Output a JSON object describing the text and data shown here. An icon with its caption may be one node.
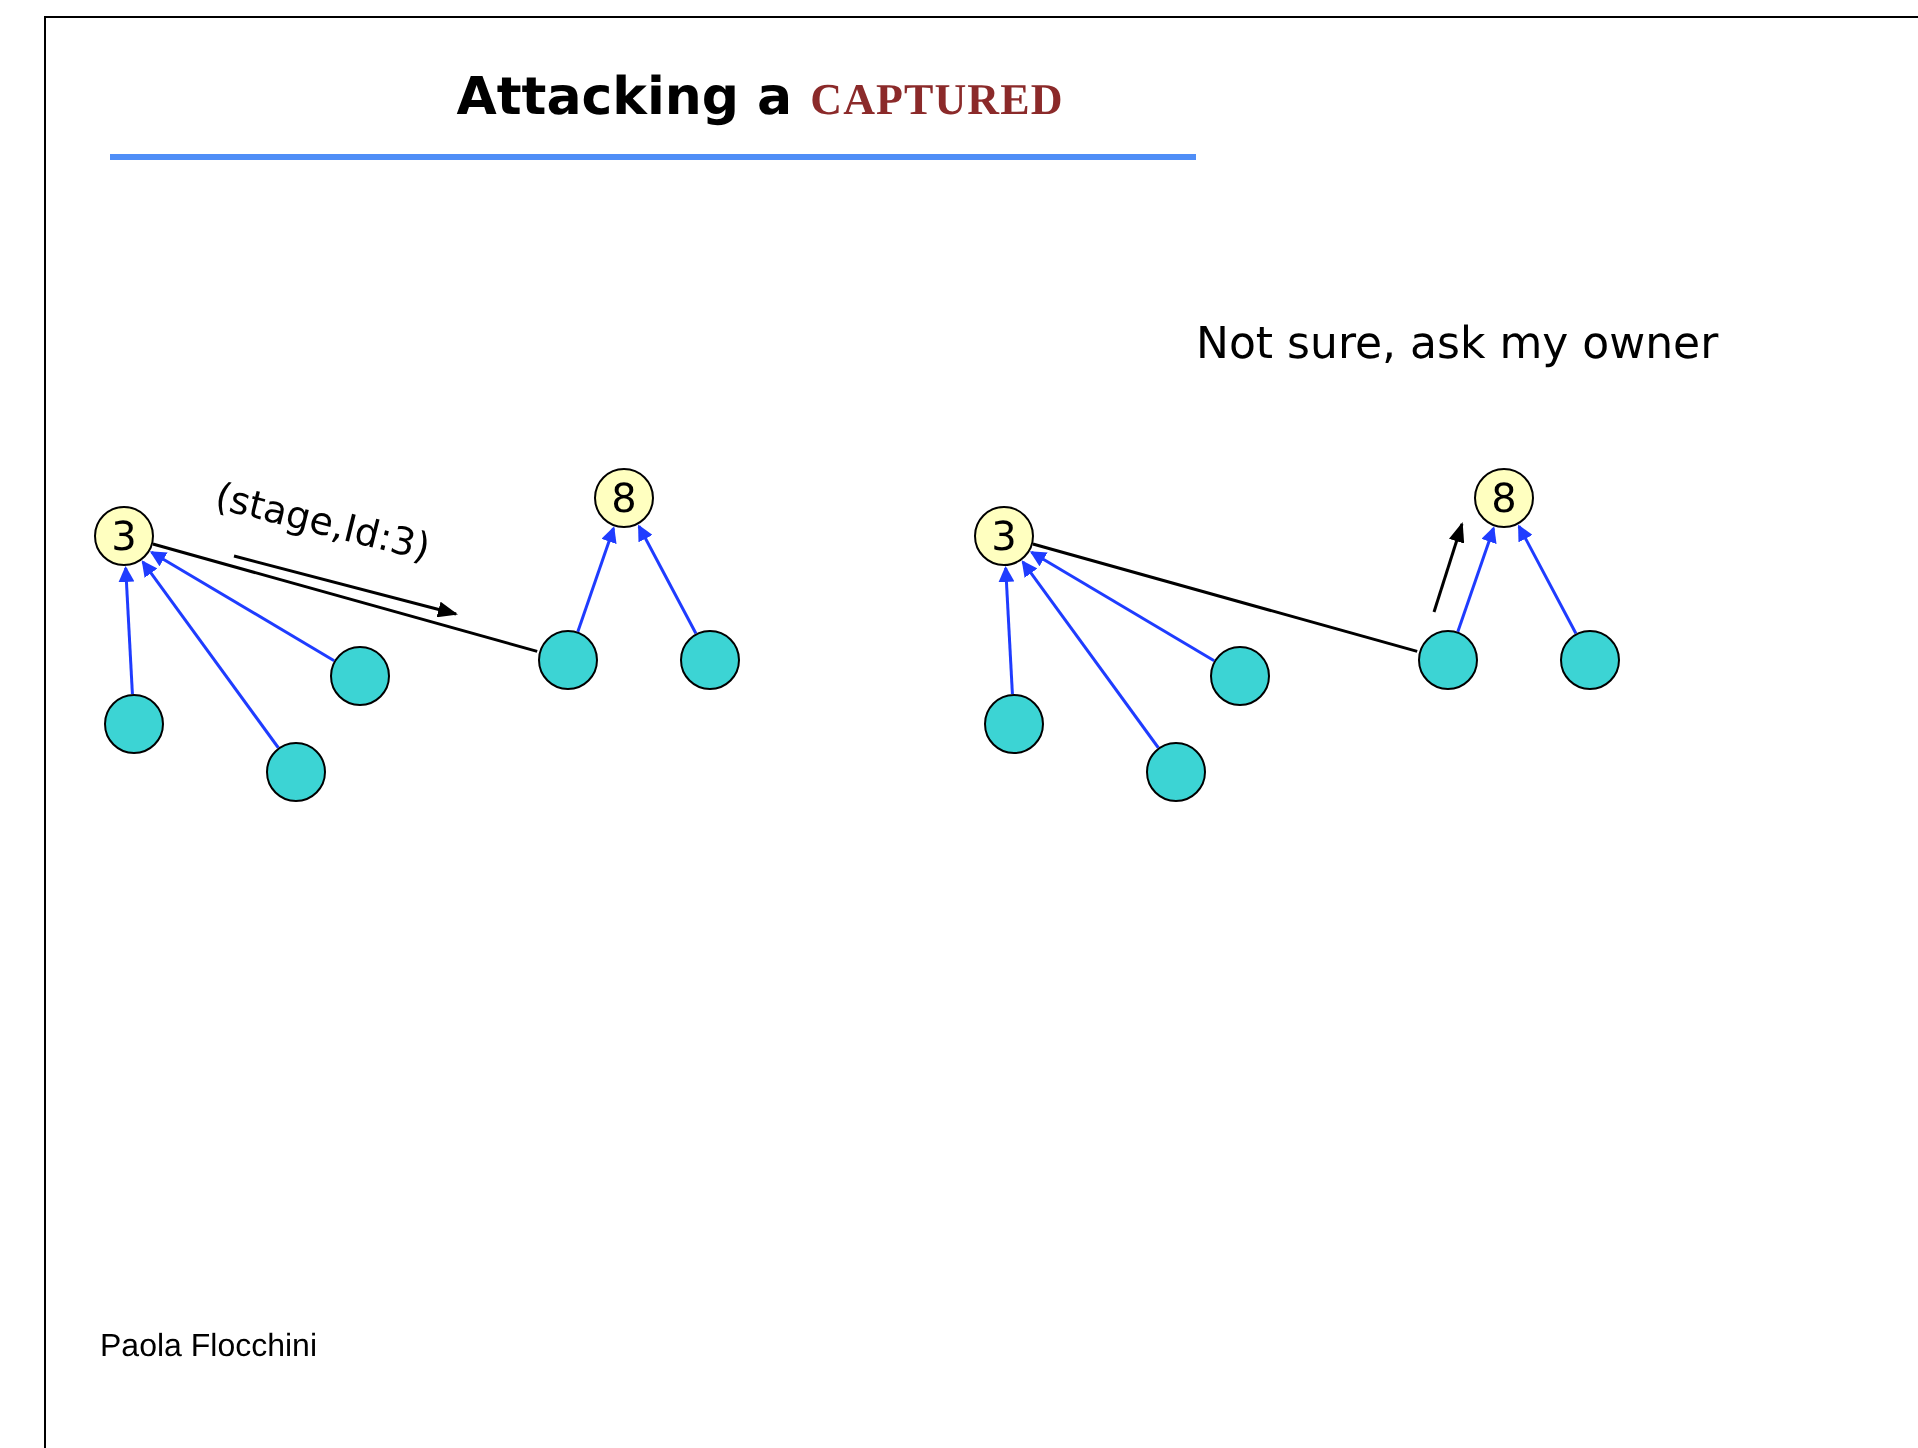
{
  "diagram": {
    "title": "Attacking a CAPTURED",
    "nodes": [
      {
        "text": [
          "3"
        ]
      },
      {
        "text": [
          "8"
        ]
      },
      {
        "text": [],
        "shape": "circle"
      },
      {
        "text": [],
        "shape": "circle"
      },
      {
        "text": [],
        "shape": "circle"
      },
      {
        "text": [],
        "shape": "circle"
      },
      {
        "text": [],
        "shape": "circle"
      },
      {
        "text": [
          "3"
        ]
      },
      {
        "text": [
          "8"
        ]
      },
      {
        "text": [],
        "shape": "circle"
      },
      {
        "text": [],
        "shape": "circle"
      },
      {
        "text": [],
        "shape": "circle"
      },
      {
        "text": [],
        "shape": "circle"
      },
      {
        "text": [],
        "shape": "circle"
      }
    ],
    "edges": [
      {
        "from": 2,
        "to": 0,
        "arrow": "to"
      },
      {
        "from": 3,
        "to": 0,
        "arrow": "to"
      },
      {
        "from": 4,
        "to": 0,
        "arrow": "to"
      },
      {
        "from": 5,
        "to": 1,
        "arrow": "to"
      },
      {
        "from": 6,
        "to": 1,
        "arrow": "to"
      },
      {
        "from": 0,
        "to": 5,
        "arrow": "none",
        "color": "#000000"
      },
      {
        "from": 9,
        "to": 7,
        "arrow": "to"
      },
      {
        "from": 10,
        "to": 7,
        "arrow": "to"
      },
      {
        "from": 11,
        "to": 7,
        "arrow": "to"
      },
      {
        "from": 12,
        "to": 8,
        "arrow": "to"
      },
      {
        "from": 13,
        "to": 8,
        "arrow": "to"
      },
      {
        "from": 7,
        "to": 12,
        "arrow": "none",
        "color": "#000000"
      }
    ],
    "labels": [
      "(stage,Id:3)",
      "Not sure, ask my owner",
      "Paola Flocchini"
    ]
  }
}
